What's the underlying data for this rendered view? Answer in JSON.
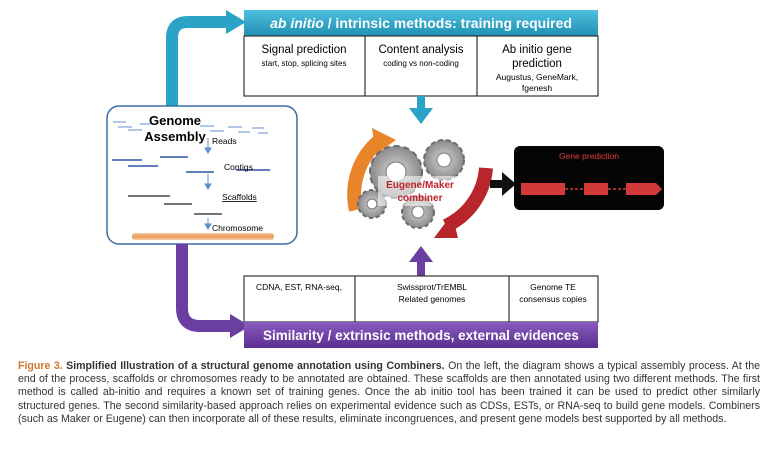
{
  "top_banner": {
    "title_italic": "ab initio",
    "title_rest": " / intrinsic methods: training required",
    "color": "#2aa3c7"
  },
  "top_cells": [
    {
      "title": "Signal prediction",
      "sub": "start, stop, splicing sites"
    },
    {
      "title": "Content analysis",
      "sub": "coding vs non-coding"
    },
    {
      "title_lines": [
        "Ab initio gene",
        "prediction"
      ],
      "sub_lines": [
        "Augustus, GeneMark,",
        "fgenesh"
      ]
    }
  ],
  "genome_box": {
    "title_lines": [
      "Genome",
      "Assembly"
    ],
    "labels": [
      "Reads",
      "Contigs",
      "Scaffolds",
      "Chromosome"
    ]
  },
  "combiner": {
    "label_lines": [
      "Eugene/Maker",
      "combiner"
    ],
    "color": "#c0222a"
  },
  "gene_prediction": {
    "title": "Gene prediction",
    "color": "#e83b3b"
  },
  "bottom_cells": [
    {
      "lines": [
        "CDNA, EST,  RNA-seq,"
      ]
    },
    {
      "lines": [
        "Swissprot/TrEMBL",
        "Related genomes"
      ]
    },
    {
      "lines": [
        "Genome TE",
        "consensus copies"
      ]
    }
  ],
  "bottom_banner": {
    "title": "Similarity / extrinsic methods, external evidences",
    "color": "#6b3fa0"
  },
  "caption": {
    "label": "Figure 3.",
    "title": " Simplified Illustration of a structural genome annotation using Combiners.",
    "text": " On the left, the diagram shows a typical assembly process. At the end of the process, scaffolds or chromosomes ready to be annotated are obtained. These scaffolds are then annotated using two different methods. The first method is called ab-initio and requires a known set of training genes. Once the ab initio tool has been trained it can be used to predict other similarly structured genes. The second similarity-based approach relies on experimental evidence such as CDSs, ESTs, or RNA-seq to build gene models. Combiners (such as Maker or Eugene) can then incorporate all of these results, eliminate incongruences, and present gene models best supported by all methods."
  }
}
